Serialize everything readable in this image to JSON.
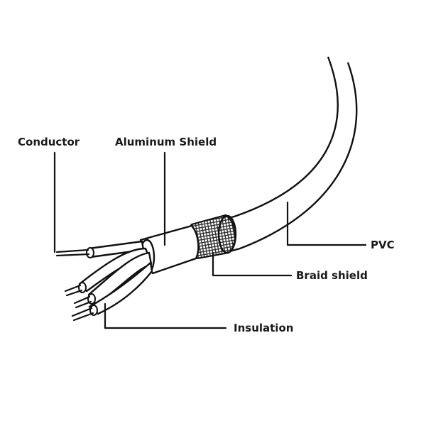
{
  "labels": {
    "conductor": "Conductor",
    "aluminum_shield": "Aluminum Shield",
    "pvc": "PVC",
    "braid_shield": "Braid shield",
    "insulation": "Insulation"
  }
}
